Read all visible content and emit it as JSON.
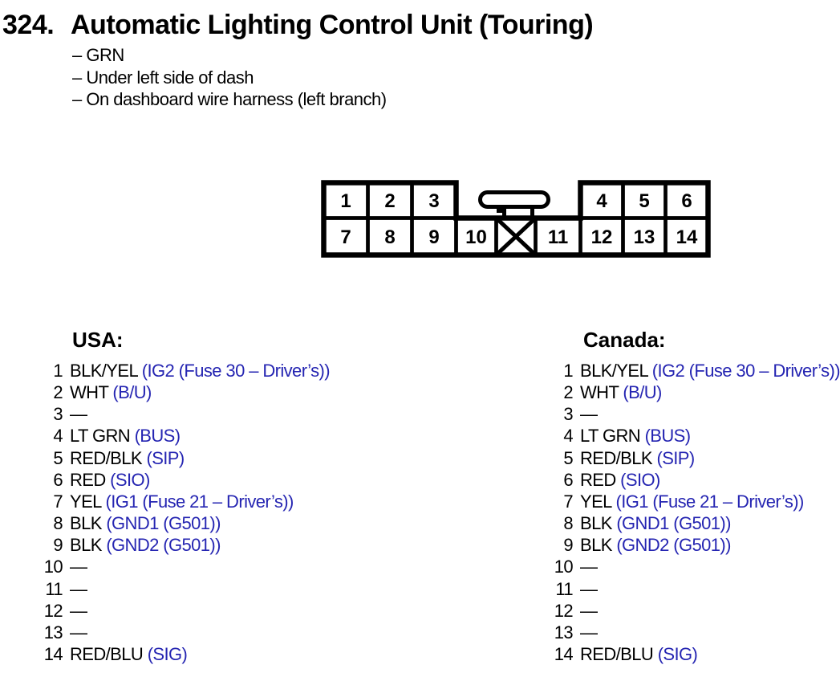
{
  "header": {
    "section_number": "324.",
    "title": "Automatic Lighting Control Unit (Touring)",
    "location_notes": [
      "– GRN",
      "– Under left side of dash",
      "– On dashboard wire harness (left branch)"
    ]
  },
  "connector": {
    "description": "14-pin connector face view with center latch tab and blocked keyed cavity",
    "top_left_pins": [
      "1",
      "2",
      "3"
    ],
    "top_right_pins": [
      "4",
      "5",
      "6"
    ],
    "bottom_left_pins": [
      "7",
      "8",
      "9",
      "10"
    ],
    "blocked_cell": "X",
    "bottom_right_pins": [
      "11",
      "12",
      "13",
      "14"
    ]
  },
  "pin_tables": [
    {
      "region": "USA:",
      "pins": [
        {
          "pin": "1",
          "wire": "BLK/YEL",
          "signal": "(IG2 (Fuse 30 – Driver’s))"
        },
        {
          "pin": "2",
          "wire": "WHT",
          "signal": "(B/U)"
        },
        {
          "pin": "3",
          "wire": "—",
          "signal": ""
        },
        {
          "pin": "4",
          "wire": "LT GRN",
          "signal": "(BUS)"
        },
        {
          "pin": "5",
          "wire": "RED/BLK",
          "signal": "(SIP)"
        },
        {
          "pin": "6",
          "wire": "RED",
          "signal": "(SIO)"
        },
        {
          "pin": "7",
          "wire": "YEL",
          "signal": "(IG1 (Fuse 21 – Driver’s))"
        },
        {
          "pin": "8",
          "wire": "BLK",
          "signal": "(GND1 (G501))"
        },
        {
          "pin": "9",
          "wire": "BLK",
          "signal": "(GND2 (G501))"
        },
        {
          "pin": "10",
          "wire": "—",
          "signal": ""
        },
        {
          "pin": "11",
          "wire": "—",
          "signal": ""
        },
        {
          "pin": "12",
          "wire": "—",
          "signal": ""
        },
        {
          "pin": "13",
          "wire": "—",
          "signal": ""
        },
        {
          "pin": "14",
          "wire": "RED/BLU",
          "signal": "(SIG)"
        }
      ]
    },
    {
      "region": "Canada:",
      "pins": [
        {
          "pin": "1",
          "wire": "BLK/YEL",
          "signal": "(IG2 (Fuse 30 – Driver’s))"
        },
        {
          "pin": "2",
          "wire": "WHT",
          "signal": "(B/U)"
        },
        {
          "pin": "3",
          "wire": "—",
          "signal": ""
        },
        {
          "pin": "4",
          "wire": "LT GRN",
          "signal": "(BUS)"
        },
        {
          "pin": "5",
          "wire": "RED/BLK",
          "signal": "(SIP)"
        },
        {
          "pin": "6",
          "wire": "RED",
          "signal": "(SIO)"
        },
        {
          "pin": "7",
          "wire": "YEL",
          "signal": "(IG1 (Fuse 21 – Driver’s))"
        },
        {
          "pin": "8",
          "wire": "BLK",
          "signal": "(GND1 (G501))"
        },
        {
          "pin": "9",
          "wire": "BLK",
          "signal": "(GND2 (G501))"
        },
        {
          "pin": "10",
          "wire": "—",
          "signal": ""
        },
        {
          "pin": "11",
          "wire": "—",
          "signal": ""
        },
        {
          "pin": "12",
          "wire": "—",
          "signal": ""
        },
        {
          "pin": "13",
          "wire": "—",
          "signal": ""
        },
        {
          "pin": "14",
          "wire": "RED/BLU",
          "signal": "(SIG)"
        }
      ]
    }
  ],
  "colors": {
    "text_black": "#000000",
    "signal_blue": "#2525b2",
    "background": "#ffffff"
  }
}
